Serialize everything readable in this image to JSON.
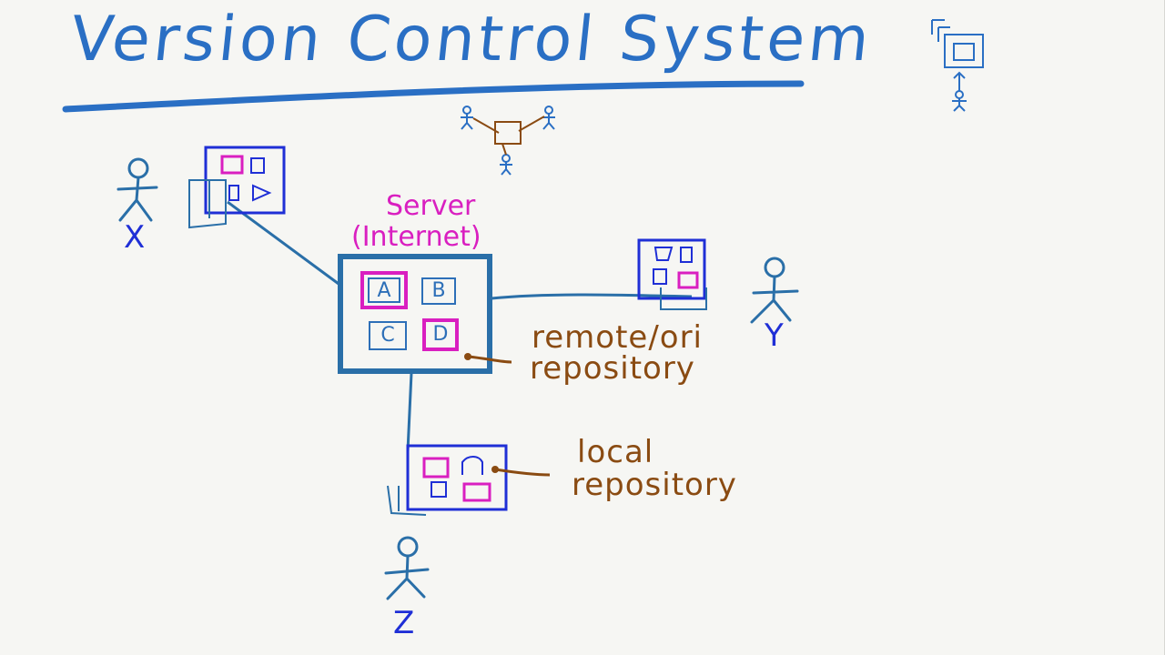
{
  "title": "Version Control System",
  "server": {
    "label_line1": "Server",
    "label_line2": "(Internet)",
    "files": [
      "A",
      "B",
      "C",
      "D"
    ]
  },
  "annotations": {
    "remote_line1": "remote/ori",
    "remote_line2": "repository",
    "local_line1": "local",
    "local_line2": "repository"
  },
  "users": {
    "x": "X",
    "y": "Y",
    "z": "Z"
  },
  "colors": {
    "title_blue": "#2a6fc4",
    "link_blue": "#2a6fa8",
    "box_blue": "#1f2fd6",
    "magenta": "#d91fc0",
    "brown": "#8a4b12"
  }
}
